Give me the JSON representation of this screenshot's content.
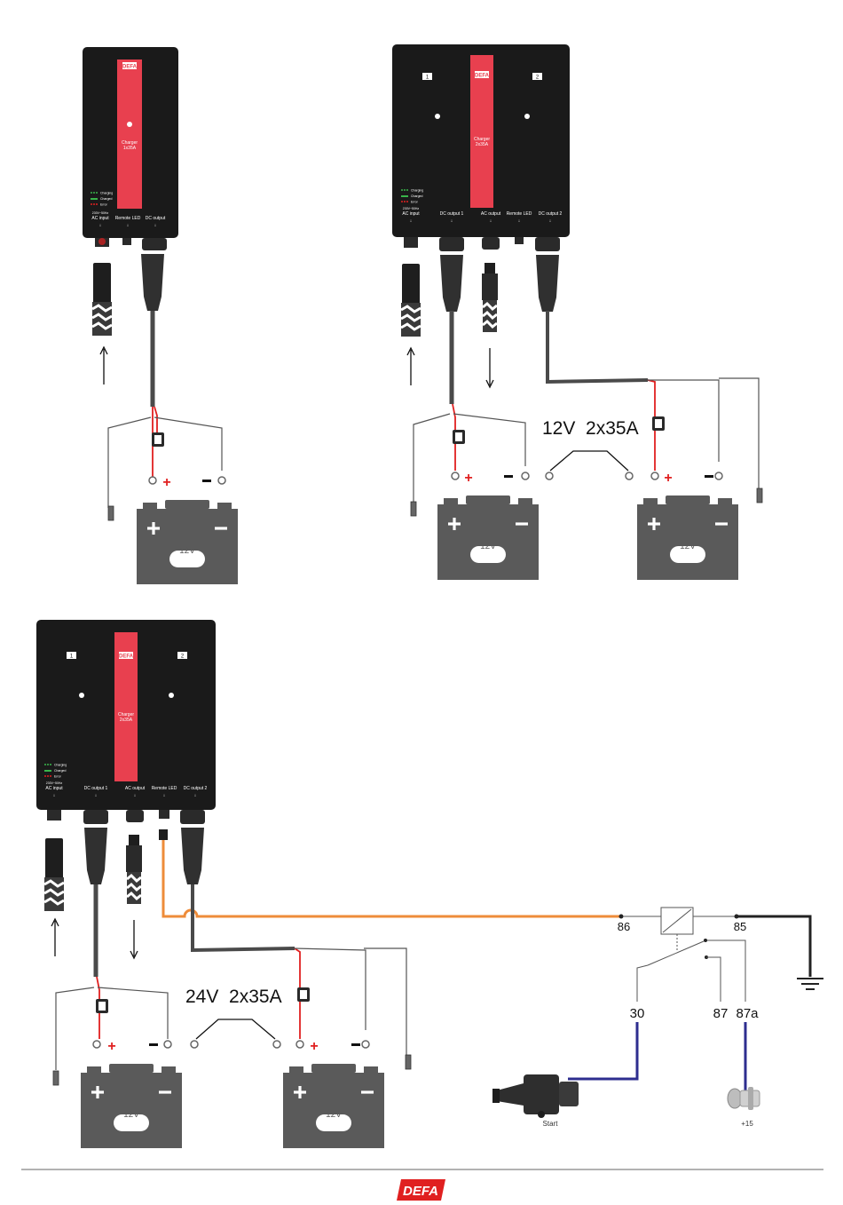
{
  "colors": {
    "charger_body": "#1a1a1a",
    "brand_stripe": "#e8404f",
    "cable": "#4a4a4a",
    "battery": "#5a5a5a",
    "positive": "#e02020",
    "remote_wire": "#ee8c3a",
    "relay_wire": "#2e2e8f",
    "ground": "#222222",
    "led_green": "#39b54a",
    "led_red": "#e02020"
  },
  "logo_text": "DEFA",
  "charger1": {
    "model_label": "Charger\n1x35A",
    "led_labels": [
      "Charging",
      "Charged",
      "Error"
    ],
    "voltage_note": "230V~50Hz",
    "port_labels": [
      "AC input",
      "Remote LED",
      "DC output"
    ]
  },
  "charger2": {
    "model_label": "Charger\n2x35A",
    "channel_badges": [
      "1",
      "2"
    ],
    "led_labels": [
      "Charging",
      "Charged",
      "Error"
    ],
    "voltage_note": "230V~50Hz",
    "port_labels": [
      "AC input",
      "DC output 1",
      "AC output",
      "Remote LED",
      "DC output 2"
    ]
  },
  "charger3": {
    "model_label": "Charger\n2x35A",
    "channel_badges": [
      "1",
      "2"
    ],
    "led_labels": [
      "Charging",
      "Charged",
      "Error"
    ],
    "voltage_note": "230V~50Hz",
    "port_labels": [
      "AC input",
      "DC output 1",
      "AC output",
      "Remote LED",
      "DC output 2"
    ]
  },
  "battery_label": "12V",
  "system_label_12v": "12V  2x35A",
  "system_label_24v": "24V  2x35A",
  "relay": {
    "pin_86": "86",
    "pin_85": "85",
    "pin_30": "30",
    "pin_87": "87",
    "pin_87a": "87a"
  },
  "starter_label": "Start",
  "ignition_label": "+15"
}
